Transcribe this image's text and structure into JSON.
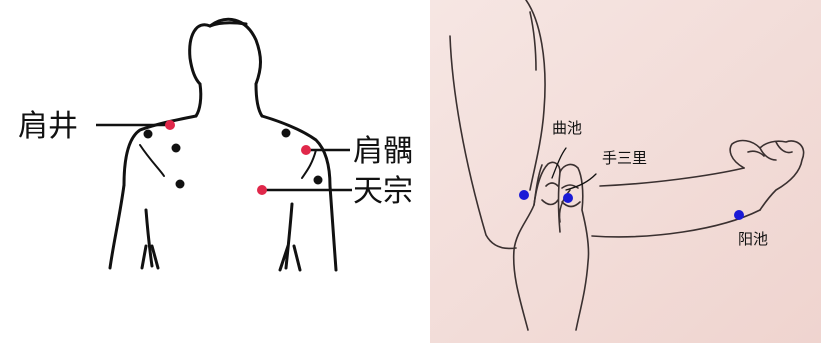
{
  "left_figure": {
    "labels": {
      "jianjing": "肩井",
      "jianyu": "肩髃",
      "tianzong": "天宗"
    },
    "point_color": "#e0284a",
    "line_color": "#000000"
  },
  "right_figure": {
    "labels": {
      "quchi": "曲池",
      "shousanli": "手三里",
      "yangchi": "阳池"
    },
    "point_color": "#1a1ad6",
    "background_color": "#f3dedb"
  }
}
